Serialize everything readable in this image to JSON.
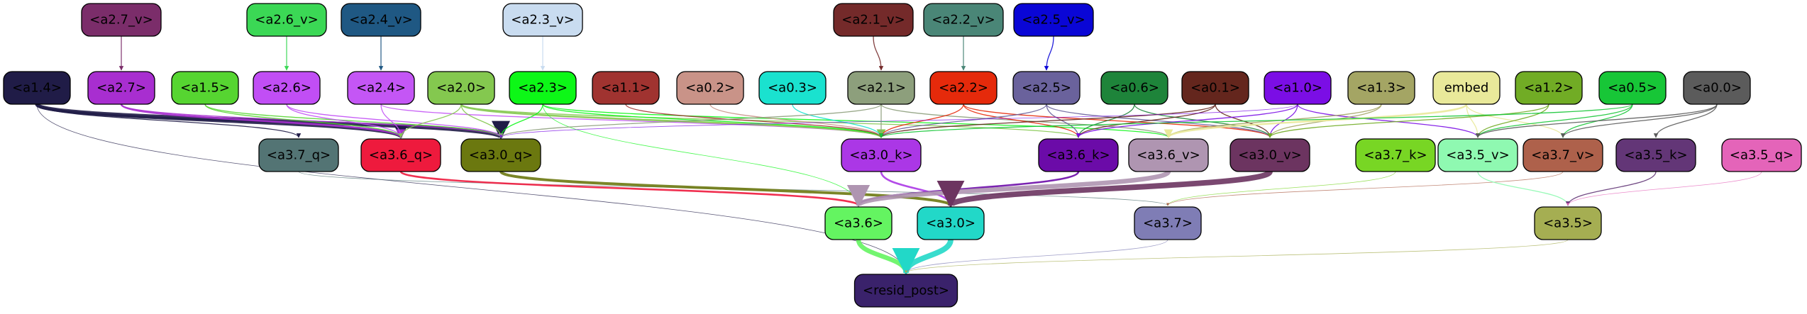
{
  "nodes": [
    {
      "id": "a2_7_v",
      "label": "<a2.7_v>",
      "fill": "#7b2d6a",
      "text": "#000000"
    },
    {
      "id": "a2_6_v",
      "label": "<a2.6_v>",
      "fill": "#3bd855",
      "text": "#000000"
    },
    {
      "id": "a2_4_v",
      "label": "<a2.4_v>",
      "fill": "#1f5883",
      "text": "#000000"
    },
    {
      "id": "a2_3_v",
      "label": "<a2.3_v>",
      "fill": "#c9dcf0",
      "text": "#000000"
    },
    {
      "id": "a2_1_v",
      "label": "<a2.1_v>",
      "fill": "#742a2a",
      "text": "#000000"
    },
    {
      "id": "a2_2_v",
      "label": "<a2.2_v>",
      "fill": "#4a8677",
      "text": "#000000"
    },
    {
      "id": "a2_5_v",
      "label": "<a2.5_v>",
      "fill": "#0a06d6",
      "text": "#000000"
    },
    {
      "id": "a1_4",
      "label": "<a1.4>",
      "fill": "#201c47",
      "text": "#000000"
    },
    {
      "id": "a2_7",
      "label": "<a2.7>",
      "fill": "#a82ed0",
      "text": "#000000"
    },
    {
      "id": "a1_5",
      "label": "<a1.5>",
      "fill": "#56d531",
      "text": "#000000"
    },
    {
      "id": "a2_6",
      "label": "<a2.6>",
      "fill": "#c14ef5",
      "text": "#000000"
    },
    {
      "id": "a2_4",
      "label": "<a2.4>",
      "fill": "#c456f5",
      "text": "#000000"
    },
    {
      "id": "a2_0",
      "label": "<a2.0>",
      "fill": "#84c84f",
      "text": "#000000"
    },
    {
      "id": "a2_3",
      "label": "<a2.3>",
      "fill": "#0df717",
      "text": "#000000"
    },
    {
      "id": "a1_1",
      "label": "<a1.1>",
      "fill": "#a03330",
      "text": "#000000"
    },
    {
      "id": "a0_2",
      "label": "<a0.2>",
      "fill": "#c99388",
      "text": "#000000"
    },
    {
      "id": "a0_3",
      "label": "<a0.3>",
      "fill": "#1ae2cf",
      "text": "#000000"
    },
    {
      "id": "a2_1",
      "label": "<a2.1>",
      "fill": "#8d9f7c",
      "text": "#000000"
    },
    {
      "id": "a2_2",
      "label": "<a2.2>",
      "fill": "#e52a0b",
      "text": "#000000"
    },
    {
      "id": "a2_5",
      "label": "<a2.5>",
      "fill": "#6a629c",
      "text": "#000000"
    },
    {
      "id": "a0_6",
      "label": "<a0.6>",
      "fill": "#1e843a",
      "text": "#000000"
    },
    {
      "id": "a0_1",
      "label": "<a0.1>",
      "fill": "#64261d",
      "text": "#000000"
    },
    {
      "id": "a1_0",
      "label": "<a1.0>",
      "fill": "#7b0ee5",
      "text": "#000000"
    },
    {
      "id": "a1_3",
      "label": "<a1.3>",
      "fill": "#a4a564",
      "text": "#000000"
    },
    {
      "id": "embed",
      "label": "embed",
      "fill": "#e9e99a",
      "text": "#000000"
    },
    {
      "id": "a1_2",
      "label": "<a1.2>",
      "fill": "#71ac25",
      "text": "#000000"
    },
    {
      "id": "a0_5",
      "label": "<a0.5>",
      "fill": "#17c637",
      "text": "#000000"
    },
    {
      "id": "a0_0",
      "label": "<a0.0>",
      "fill": "#5b5b5b",
      "text": "#000000"
    },
    {
      "id": "a3_7_q",
      "label": "<a3.7_q>",
      "fill": "#537474",
      "text": "#000000"
    },
    {
      "id": "a3_6_q",
      "label": "<a3.6_q>",
      "fill": "#ee1a3d",
      "text": "#000000"
    },
    {
      "id": "a3_0_q",
      "label": "<a3.0_q>",
      "fill": "#6b780f",
      "text": "#000000"
    },
    {
      "id": "a3_0_k",
      "label": "<a3.0_k>",
      "fill": "#ab37e6",
      "text": "#000000"
    },
    {
      "id": "a3_6_k",
      "label": "<a3.6_k>",
      "fill": "#6b0ba8",
      "text": "#000000"
    },
    {
      "id": "a3_6_v",
      "label": "<a3.6_v>",
      "fill": "#af95b1",
      "text": "#000000"
    },
    {
      "id": "a3_0_v",
      "label": "<a3.0_v>",
      "fill": "#6c3460",
      "text": "#000000"
    },
    {
      "id": "a3_7_k",
      "label": "<a3.7_k>",
      "fill": "#78d624",
      "text": "#000000"
    },
    {
      "id": "a3_5_v",
      "label": "<a3.5_v>",
      "fill": "#8ff9b1",
      "text": "#000000"
    },
    {
      "id": "a3_7_v",
      "label": "<a3.7_v>",
      "fill": "#ae614b",
      "text": "#000000"
    },
    {
      "id": "a3_5_k",
      "label": "<a3.5_k>",
      "fill": "#633677",
      "text": "#000000"
    },
    {
      "id": "a3_5_q",
      "label": "<a3.5_q>",
      "fill": "#e464b9",
      "text": "#000000"
    },
    {
      "id": "a3_6",
      "label": "<a3.6>",
      "fill": "#64f461",
      "text": "#000000"
    },
    {
      "id": "a3_0",
      "label": "<a3.0>",
      "fill": "#22d8c8",
      "text": "#000000"
    },
    {
      "id": "a3_7",
      "label": "<a3.7>",
      "fill": "#7f7db5",
      "text": "#000000"
    },
    {
      "id": "a3_5",
      "label": "<a3.5>",
      "fill": "#a5ae52",
      "text": "#000000"
    },
    {
      "id": "resid_post",
      "label": "<resid_post>",
      "fill": "#3a226b",
      "text": "#000000"
    }
  ],
  "edges": [
    {
      "from": "a2_7_v",
      "to": "a2_7",
      "color": "#7b2d6a",
      "weight": 1
    },
    {
      "from": "a2_6_v",
      "to": "a2_6",
      "color": "#3bd855",
      "weight": 1
    },
    {
      "from": "a2_4_v",
      "to": "a2_4",
      "color": "#1f5883",
      "weight": 1
    },
    {
      "from": "a2_3_v",
      "to": "a2_3",
      "color": "#c9dcf0",
      "weight": 1
    },
    {
      "from": "a2_1_v",
      "to": "a2_1",
      "color": "#742a2a",
      "weight": 1
    },
    {
      "from": "a2_2_v",
      "to": "a2_2",
      "color": "#4a8677",
      "weight": 1
    },
    {
      "from": "a2_5_v",
      "to": "a2_5",
      "color": "#0a06d6",
      "weight": 1
    },
    {
      "from": "a1_4",
      "to": "a3_7_q",
      "color": "#201c47",
      "weight": 1
    },
    {
      "from": "a1_4",
      "to": "a3_6_q",
      "color": "#201c47",
      "weight": 3
    },
    {
      "from": "a1_4",
      "to": "a3_0_q",
      "color": "#201c47",
      "weight": 4
    },
    {
      "from": "a1_4",
      "to": "resid_post",
      "color": "#201c47",
      "weight": 0.6
    },
    {
      "from": "a2_7",
      "to": "a3_6_q",
      "color": "#a82ed0",
      "weight": 2
    },
    {
      "from": "a2_7",
      "to": "a3_0_q",
      "color": "#a82ed0",
      "weight": 1
    },
    {
      "from": "a1_5",
      "to": "a3_6_q",
      "color": "#56d531",
      "weight": 1
    },
    {
      "from": "a1_5",
      "to": "a3_0_q",
      "color": "#56d531",
      "weight": 1
    },
    {
      "from": "a2_6",
      "to": "a3_6_q",
      "color": "#c14ef5",
      "weight": 1
    },
    {
      "from": "a2_6",
      "to": "a3_0_q",
      "color": "#c14ef5",
      "weight": 1
    },
    {
      "from": "a2_4",
      "to": "a3_6_q",
      "color": "#c456f5",
      "weight": 1
    },
    {
      "from": "a2_4",
      "to": "a3_0_k",
      "color": "#c456f5",
      "weight": 1
    },
    {
      "from": "a2_0",
      "to": "a3_6_q",
      "color": "#84c84f",
      "weight": 1
    },
    {
      "from": "a2_0",
      "to": "a3_0_q",
      "color": "#84c84f",
      "weight": 1
    },
    {
      "from": "a2_0",
      "to": "a3_0_k",
      "color": "#84c84f",
      "weight": 2
    },
    {
      "from": "a2_0",
      "to": "a3_6_k",
      "color": "#84c84f",
      "weight": 1
    },
    {
      "from": "a2_3",
      "to": "a3_0_q",
      "color": "#0df717",
      "weight": 1
    },
    {
      "from": "a2_3",
      "to": "a3_0_k",
      "color": "#0df717",
      "weight": 1
    },
    {
      "from": "a2_3",
      "to": "a3_6",
      "color": "#0df717",
      "weight": 0.6
    },
    {
      "from": "a2_3",
      "to": "a3_6_v",
      "color": "#0df717",
      "weight": 1
    },
    {
      "from": "a1_1",
      "to": "a3_0_k",
      "color": "#a03330",
      "weight": 1
    },
    {
      "from": "a0_2",
      "to": "a3_0_k",
      "color": "#c99388",
      "weight": 1
    },
    {
      "from": "a0_3",
      "to": "a3_0_k",
      "color": "#1ae2cf",
      "weight": 1
    },
    {
      "from": "a2_1",
      "to": "a3_0_k",
      "color": "#8d9f7c",
      "weight": 1
    },
    {
      "from": "a2_1",
      "to": "a3_0_q",
      "color": "#8d9f7c",
      "weight": 1
    },
    {
      "from": "a2_1",
      "to": "a3_6_v",
      "color": "#8d9f7c",
      "weight": 1
    },
    {
      "from": "a2_2",
      "to": "a3_0_k",
      "color": "#e52a0b",
      "weight": 1
    },
    {
      "from": "a2_2",
      "to": "a3_6_k",
      "color": "#e52a0b",
      "weight": 1
    },
    {
      "from": "a2_2",
      "to": "a3_0_v",
      "color": "#e52a0b",
      "weight": 1
    },
    {
      "from": "a2_5",
      "to": "a3_0_k",
      "color": "#6a629c",
      "weight": 1
    },
    {
      "from": "a2_5",
      "to": "a3_6_k",
      "color": "#6a629c",
      "weight": 1
    },
    {
      "from": "a2_5",
      "to": "a3_0_v",
      "color": "#6a629c",
      "weight": 1
    },
    {
      "from": "a0_6",
      "to": "a3_6_k",
      "color": "#1e843a",
      "weight": 1
    },
    {
      "from": "a0_6",
      "to": "a3_0_v",
      "color": "#1e843a",
      "weight": 1
    },
    {
      "from": "a0_1",
      "to": "a3_6_k",
      "color": "#64261d",
      "weight": 1
    },
    {
      "from": "a0_1",
      "to": "a3_0_v",
      "color": "#64261d",
      "weight": 1
    },
    {
      "from": "a0_1",
      "to": "a3_0_k",
      "color": "#64261d",
      "weight": 1
    },
    {
      "from": "a1_0",
      "to": "a3_6_k",
      "color": "#7b0ee5",
      "weight": 1
    },
    {
      "from": "a1_0",
      "to": "a3_0_v",
      "color": "#7b0ee5",
      "weight": 1
    },
    {
      "from": "a1_0",
      "to": "a3_5_v",
      "color": "#7b0ee5",
      "weight": 1
    },
    {
      "from": "a1_0",
      "to": "a3_0_q",
      "color": "#7b0ee5",
      "weight": 0.6
    },
    {
      "from": "a1_3",
      "to": "a3_6_v",
      "color": "#a4a564",
      "weight": 1
    },
    {
      "from": "a1_3",
      "to": "a3_0_v",
      "color": "#a4a564",
      "weight": 1
    },
    {
      "from": "embed",
      "to": "a3_6_v",
      "color": "#e9e99a",
      "weight": 2
    },
    {
      "from": "embed",
      "to": "a3_5_v",
      "color": "#e9e99a",
      "weight": 1
    },
    {
      "from": "embed",
      "to": "a3_7_v",
      "color": "#e9e99a",
      "weight": 1
    },
    {
      "from": "a1_2",
      "to": "a3_5_v",
      "color": "#71ac25",
      "weight": 1
    },
    {
      "from": "a1_2",
      "to": "a3_0_v",
      "color": "#71ac25",
      "weight": 1
    },
    {
      "from": "a0_5",
      "to": "a3_5_v",
      "color": "#17c637",
      "weight": 1
    },
    {
      "from": "a0_5",
      "to": "a3_7_v",
      "color": "#17c637",
      "weight": 1
    },
    {
      "from": "a0_5",
      "to": "a3_0_k",
      "color": "#17c637",
      "weight": 1
    },
    {
      "from": "a0_0",
      "to": "a3_5_k",
      "color": "#5b5b5b",
      "weight": 1
    },
    {
      "from": "a0_0",
      "to": "a3_7_v",
      "color": "#5b5b5b",
      "weight": 1
    },
    {
      "from": "a0_0",
      "to": "a3_5_v",
      "color": "#5b5b5b",
      "weight": 1
    },
    {
      "from": "a3_7_q",
      "to": "a3_7",
      "color": "#537474",
      "weight": 0.6
    },
    {
      "from": "a3_6_q",
      "to": "a3_6",
      "color": "#ee1a3d",
      "weight": 2
    },
    {
      "from": "a3_0_q",
      "to": "a3_0",
      "color": "#6b780f",
      "weight": 3
    },
    {
      "from": "a3_0_k",
      "to": "a3_0",
      "color": "#ab37e6",
      "weight": 2
    },
    {
      "from": "a3_6_k",
      "to": "a3_6",
      "color": "#6b0ba8",
      "weight": 2
    },
    {
      "from": "a3_6_v",
      "to": "a3_6",
      "color": "#af95b1",
      "weight": 5
    },
    {
      "from": "a3_0_v",
      "to": "a3_0",
      "color": "#6c3460",
      "weight": 6
    },
    {
      "from": "a3_7_k",
      "to": "a3_7",
      "color": "#78d624",
      "weight": 0.6
    },
    {
      "from": "a3_7_v",
      "to": "a3_7",
      "color": "#ae614b",
      "weight": 0.6
    },
    {
      "from": "a3_5_v",
      "to": "a3_5",
      "color": "#8ff9b1",
      "weight": 1
    },
    {
      "from": "a3_5_k",
      "to": "a3_5",
      "color": "#633677",
      "weight": 1
    },
    {
      "from": "a3_5_q",
      "to": "a3_5",
      "color": "#e464b9",
      "weight": 0.6
    },
    {
      "from": "a3_6",
      "to": "resid_post",
      "color": "#64f461",
      "weight": 5
    },
    {
      "from": "a3_0",
      "to": "resid_post",
      "color": "#22d8c8",
      "weight": 6
    },
    {
      "from": "a3_7",
      "to": "resid_post",
      "color": "#7f7db5",
      "weight": 0.6
    },
    {
      "from": "a3_5",
      "to": "resid_post",
      "color": "#a5ae52",
      "weight": 0.6
    }
  ]
}
